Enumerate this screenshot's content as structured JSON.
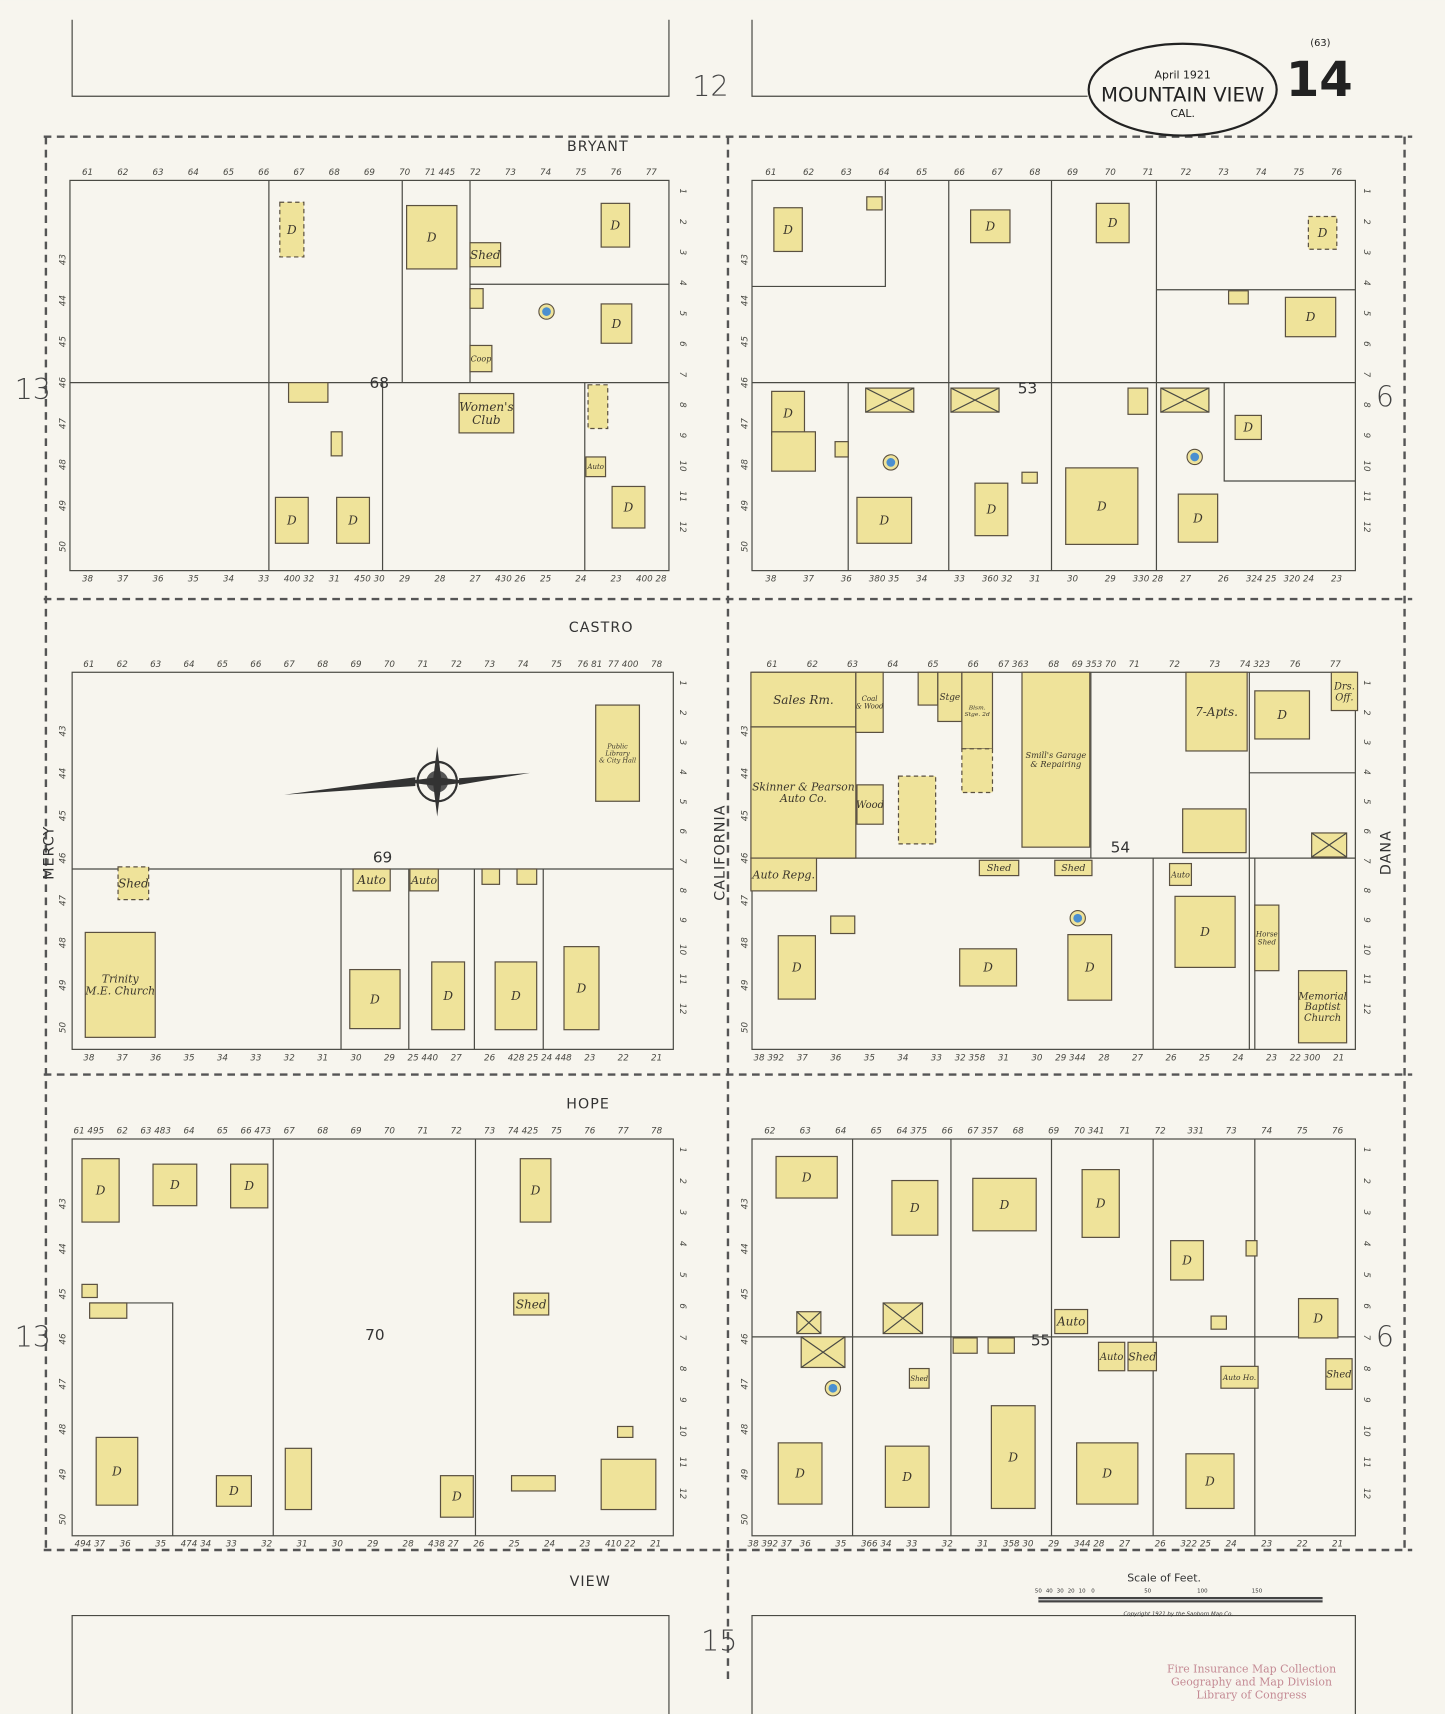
{
  "title": {
    "date": "April 1921",
    "city": "Mountain View",
    "state": "Cal.",
    "sheet": "14",
    "sheet_ref": "(63)"
  },
  "streets": {
    "bryant": "BRYANT",
    "castro": "CASTRO",
    "hope": "HOPE",
    "view": "VIEW",
    "mercy": "MERCY",
    "california": "CALIFORNIA",
    "dana": "DANA"
  },
  "blocks": {
    "b68": "68",
    "b53": "53",
    "b69": "69",
    "b54": "54",
    "b70": "70",
    "b55": "55"
  },
  "adjacent_sheets": {
    "top": "12",
    "left_upper": "13",
    "left_lower": "13",
    "right_upper": "6",
    "right_lower": "6",
    "bottom": "15"
  },
  "lots": {
    "b68_top": [
      "61",
      "62",
      "63",
      "64",
      "65",
      "66",
      "67",
      "68",
      "69",
      "70",
      "71 445",
      "72",
      "73",
      "74",
      "75",
      "76",
      "77"
    ],
    "b68_bottom": [
      "38",
      "37",
      "36",
      "35",
      "34",
      "33",
      "400 32",
      "31",
      "450 30",
      "29",
      "28",
      "27",
      "430 26",
      "25",
      "24",
      "23",
      "400 28"
    ],
    "b53_top": [
      "61",
      "62",
      "63",
      "64",
      "65",
      "66",
      "67",
      "68",
      "69",
      "70",
      "71",
      "72",
      "73",
      "74",
      "75",
      "76"
    ],
    "b53_bottom": [
      "38",
      "37",
      "36",
      "380 35",
      "34",
      "33",
      "360 32",
      "31",
      "30",
      "29",
      "330 28",
      "27",
      "26",
      "324 25",
      "320 24",
      "23"
    ],
    "b69_top": [
      "61",
      "62",
      "63",
      "64",
      "65",
      "66",
      "67",
      "68",
      "69",
      "70",
      "71",
      "72",
      "73",
      "74",
      "75",
      "76 81",
      "77 400",
      "78"
    ],
    "b69_bottom": [
      "38",
      "37",
      "36",
      "35",
      "34",
      "33",
      "32",
      "31",
      "30",
      "29",
      "25 440",
      "27",
      "26",
      "428 25",
      "24 448",
      "23",
      "22",
      "21"
    ],
    "b54_top": [
      "61",
      "62",
      "63",
      "64",
      "65",
      "66",
      "67 363",
      "68",
      "69 353 70",
      "71",
      "72",
      "73",
      "74 323",
      "76",
      "77"
    ],
    "b54_bottom": [
      "38 392",
      "37",
      "36",
      "35",
      "34",
      "33",
      "32 358",
      "31",
      "30",
      "29 344",
      "28",
      "27",
      "26",
      "25",
      "24",
      "23",
      "22 300",
      "21"
    ],
    "b70_top": [
      "61 495",
      "62",
      "63 483",
      "64",
      "65",
      "66 473",
      "67",
      "68",
      "69",
      "70",
      "71",
      "72",
      "73",
      "74 425",
      "75",
      "76",
      "77",
      "78"
    ],
    "b70_bottom": [
      "494 37",
      "36",
      "35",
      "474 34",
      "33",
      "32",
      "31",
      "30",
      "29",
      "28",
      "438 27",
      "26",
      "25",
      "24",
      "23",
      "410 22",
      "21"
    ],
    "b55_top": [
      "62",
      "63",
      "64",
      "65",
      "64 375",
      "66",
      "67 357",
      "68",
      "69",
      "70 341",
      "71",
      "72",
      "331",
      "73",
      "74",
      "75",
      "76"
    ],
    "b55_bottom": [
      "38 392 37",
      "36",
      "35",
      "366 34",
      "33",
      "32",
      "31",
      "358 30",
      "29",
      "344 28",
      "27",
      "26",
      "322 25",
      "24",
      "23",
      "22",
      "21"
    ],
    "side_left": [
      "50",
      "49",
      "48",
      "47",
      "46",
      "45",
      "44",
      "43"
    ],
    "side_right": [
      "1",
      "2",
      "3",
      "4",
      "5",
      "6",
      "7",
      "8",
      "9",
      "10",
      "11",
      "12"
    ]
  },
  "buildings": {
    "dwelling": "D",
    "shed": "Shed",
    "auto": "Auto",
    "coop": "Coop",
    "womens_club": [
      "Women's",
      "Club"
    ],
    "library": [
      "Public",
      "Library",
      "& City Hall"
    ],
    "trinity": [
      "Trinity",
      "M.E. Church"
    ],
    "sales": "Sales Rm.",
    "skinner": [
      "Skinner & Pearson",
      "Auto Co."
    ],
    "auto_repg": "Auto Repg.",
    "coal_wood": [
      "Coal",
      "& Wood"
    ],
    "blsm": [
      "Blsm.",
      "Stge. 2d"
    ],
    "stge": "Stge",
    "smills": [
      "Smill's Garage",
      "& Repairing"
    ],
    "apts": "7-Apts.",
    "drs_off": [
      "Drs.",
      "Off."
    ],
    "wood": "Wood",
    "horse_shed": [
      "Horse",
      "Shed"
    ],
    "memorial": [
      "Memorial",
      "Baptist",
      "Church"
    ],
    "auto_ho": "Auto Ho."
  },
  "scale": {
    "title": "Scale of Feet.",
    "ticks": [
      "50",
      "40",
      "30",
      "20",
      "10",
      "0",
      "50",
      "100",
      "150"
    ],
    "copyright": "Copyright 1921 by the Sanborn Map Co."
  },
  "stamp": {
    "lines": [
      "Fire Insurance Map Collection",
      "Geography and Map Division",
      "Library of Congress"
    ],
    "color": "#c48a94"
  },
  "colors": {
    "building_fill": "#efe39a",
    "paper": "#f7f5ee"
  }
}
